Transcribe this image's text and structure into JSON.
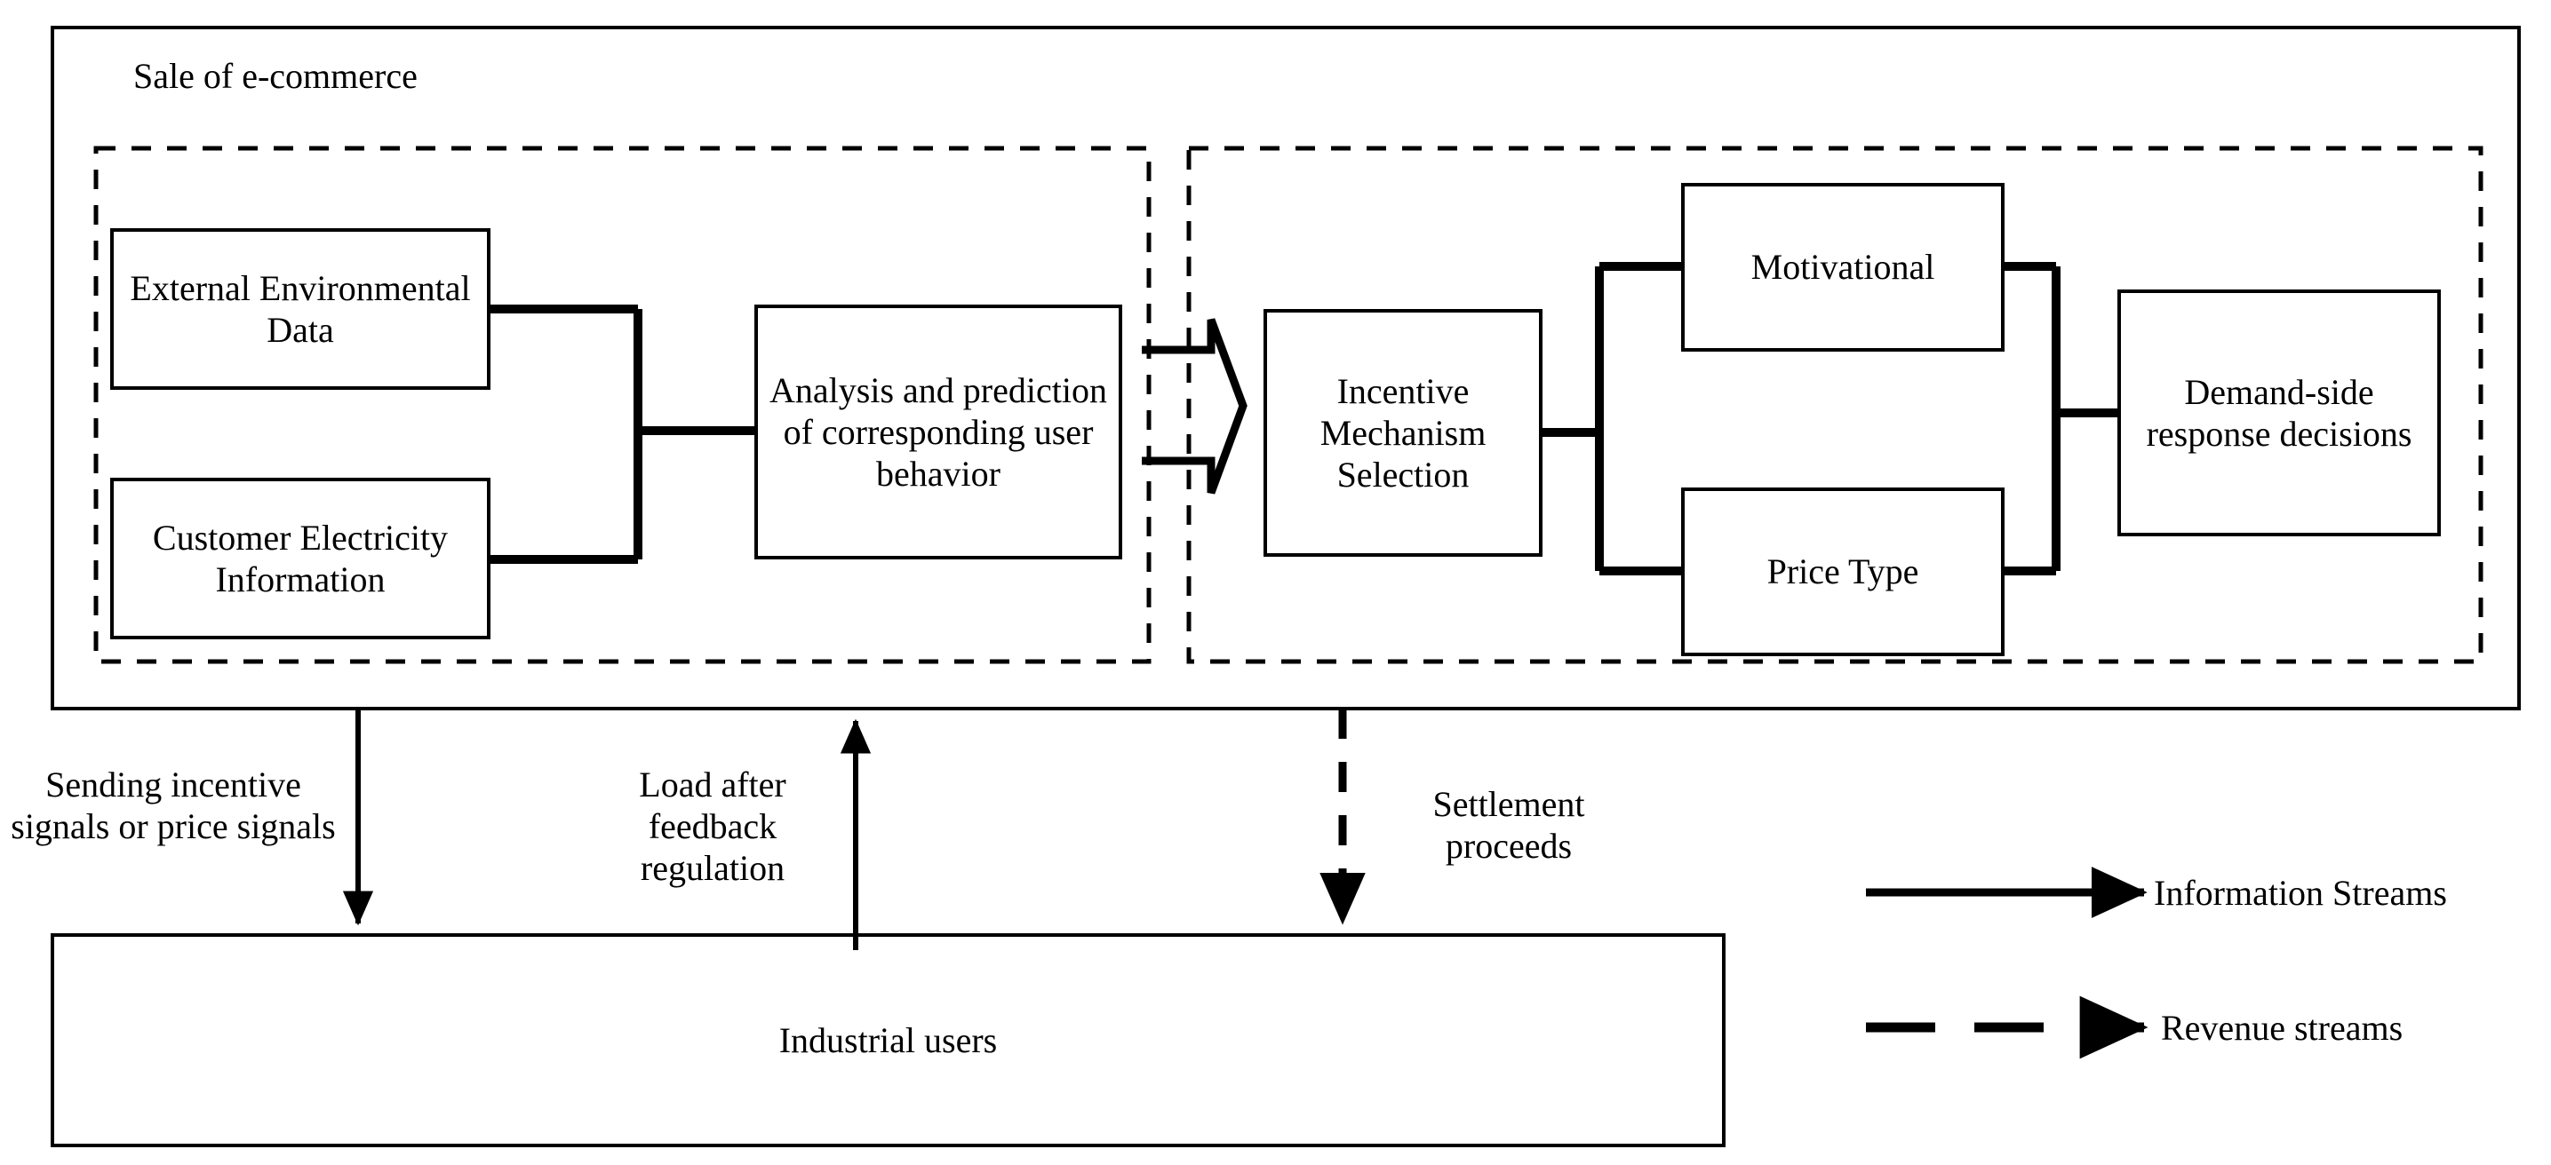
{
  "diagram": {
    "title": "Sale of e-commerce",
    "outer_container": {
      "label": "Sale of e-commerce",
      "border": "solid"
    },
    "groups": [
      {
        "name": "data-analysis-group",
        "border": "dashed"
      },
      {
        "name": "incentive-group",
        "border": "dashed"
      }
    ],
    "nodes": [
      {
        "id": "external-environmental-data",
        "label": "External Environmental Data"
      },
      {
        "id": "customer-electricity-information",
        "label": "Customer Electricity Information"
      },
      {
        "id": "analysis-prediction",
        "label": "Analysis and prediction of corresponding user behavior"
      },
      {
        "id": "incentive-mechanism-selection",
        "label": "Incentive Mechanism Selection"
      },
      {
        "id": "motivational",
        "label": "Motivational"
      },
      {
        "id": "price-type",
        "label": "Price Type"
      },
      {
        "id": "demand-side-response-decisions",
        "label": "Demand-side response decisions"
      },
      {
        "id": "industrial-users",
        "label": "Industrial users"
      }
    ],
    "flow_labels": [
      {
        "id": "sending-incentive-signals",
        "label": "Sending incentive signals or price signals",
        "arrow": "down",
        "style": "solid"
      },
      {
        "id": "load-after-feedback-regulation",
        "label": "Load after feedback regulation",
        "arrow": "up",
        "style": "solid"
      },
      {
        "id": "settlement-proceeds",
        "label": "Settlement proceeds",
        "arrow": "down",
        "style": "dashed"
      }
    ],
    "legend": [
      {
        "id": "information-streams",
        "label": "Information Streams",
        "style": "solid"
      },
      {
        "id": "revenue-streams",
        "label": "Revenue streams",
        "style": "dashed"
      }
    ],
    "colors": {
      "stroke": "#000000",
      "background": "#ffffff"
    }
  }
}
